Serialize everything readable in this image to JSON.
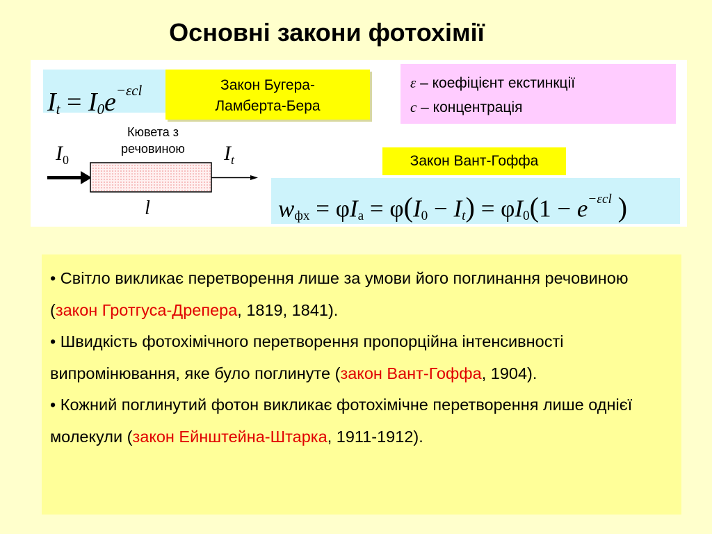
{
  "title": "Основні закони фотохімії",
  "formula_bouguer": {
    "I": "I",
    "t": "t",
    "eq": "=",
    "I0": "I",
    "zero": "0",
    "e": "e",
    "exp": "−εcl"
  },
  "law_bouguer": {
    "line1": "Закон Бугера-",
    "line2": "Ламберта-Бера"
  },
  "legend": {
    "eps_sym": "ε",
    "eps_text": " – коефіцієнт екстинкції",
    "c_sym": "c",
    "c_text": " – концентрація"
  },
  "cuvette": {
    "line1": "Кювета з",
    "line2": "речовиною"
  },
  "diagram": {
    "I0": "I",
    "I0_sub": "0",
    "It": "I",
    "It_sub": "t",
    "l": "l"
  },
  "law_vant_hoff": "Закон Вант-Гоффа",
  "formula_vant_hoff": {
    "w": "w",
    "w_sub": "фх",
    "eq1": " = φ",
    "Ia": "I",
    "Ia_sub": "а",
    "eq2": " = φ",
    "open": "(",
    "I0": "I",
    "I0_sub": "0",
    "minus": " − ",
    "It": "I",
    "It_sub": "t",
    "close": ")",
    "eq3": " = φ",
    "I0b": "I",
    "I0b_sub": "0",
    "open2": "(",
    "one": "1 − ",
    "e": "e",
    "exp": "−εcl",
    "close2": ")"
  },
  "bullets": [
    {
      "pre": "• Світло викликає перетворення лише за умови його поглинання речовиною (",
      "law": "закон Гротгуса-Дрепера",
      "post": ", 1819, 1841)."
    },
    {
      "pre": "• Швидкість фотохімічного перетворення пропорційна інтенсивності випромінювання, яке було поглинуте (",
      "law": "закон Вант-Гоффа",
      "post": ", 1904)."
    },
    {
      "pre": "• Кожний поглинутий фотон викликає фотохімічне перетворення лише однієї молекули (",
      "law": "закон Ейнштейна-Штарка",
      "post": ", 1911-1912)."
    }
  ],
  "colors": {
    "background": "#ffffcc",
    "law_highlight": "#ffff00",
    "formula_bg": "#cdf3fb",
    "legend_bg": "#ffccff",
    "law_name": "#e00000"
  }
}
